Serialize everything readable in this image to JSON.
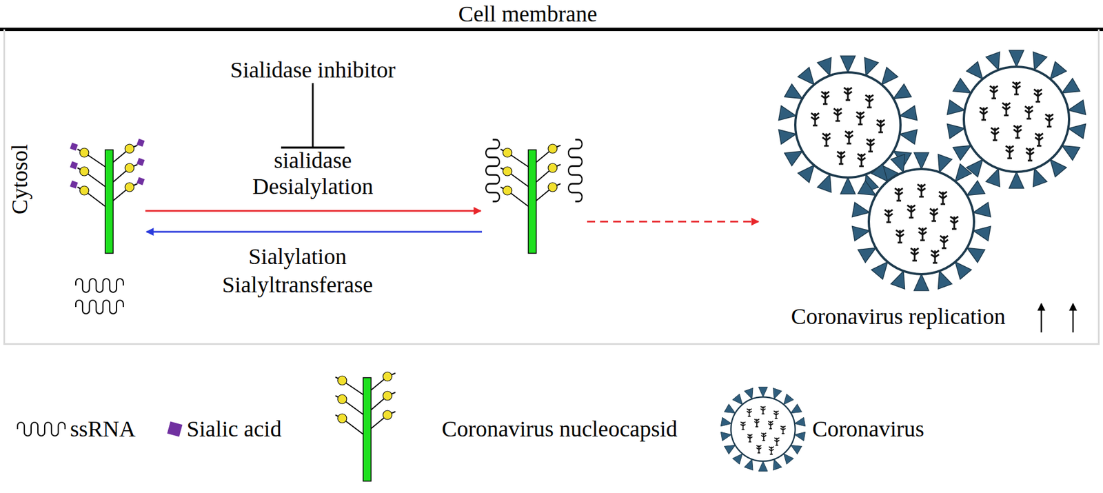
{
  "diagram": {
    "nodes": [
      {
        "text": [
          "Cytosol"
        ]
      },
      {
        "text": [
          "Sialidase inhibitor"
        ],
        "in": 0
      },
      {
        "text": [
          "sialidase Desialylation"
        ],
        "in": 0
      },
      {
        "text": [
          "Coronavirus replication"
        ],
        "in": 0
      }
    ],
    "edges": [
      {
        "from": 1,
        "to": 2,
        "arrow": "to"
      }
    ],
    "labels": [
      "Cell membrane",
      "Sialylation Sialyltransferase"
    ],
    "legend": [
      {
        "text": "ssRNA"
      },
      {
        "text": "Sialic acid",
        "color": "#7030a0"
      },
      {
        "text": "Coronavirus nucleocapsid"
      },
      {
        "text": "Coronavirus"
      }
    ]
  }
}
